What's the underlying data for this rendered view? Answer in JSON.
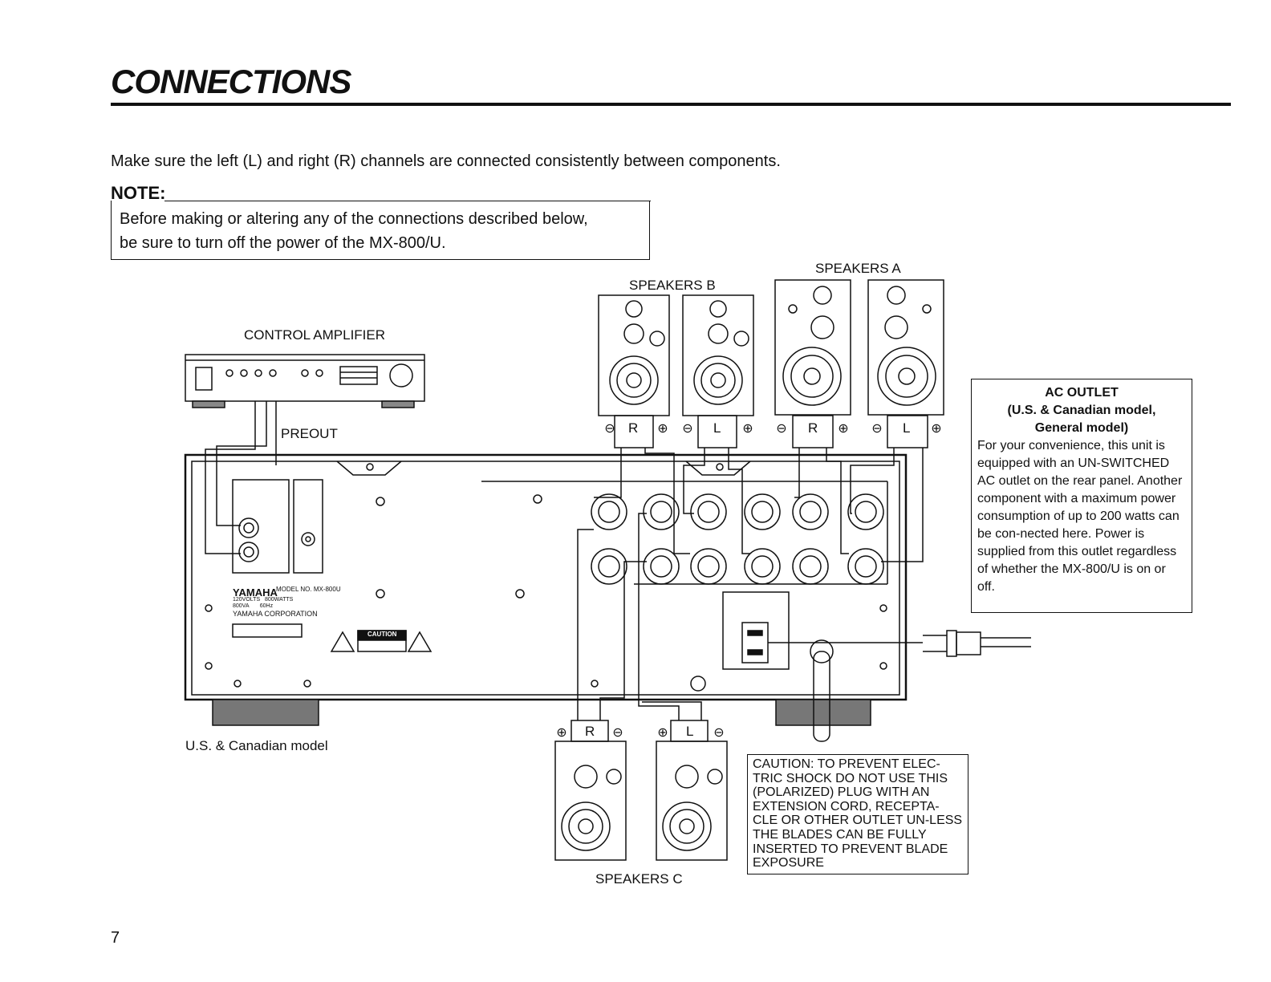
{
  "header": {
    "title": "CONNECTIONS"
  },
  "intro": "Make sure the left (L) and right (R) channels are connected consistently between components.",
  "note": {
    "label": "NOTE:",
    "line1": "Before making or altering any of the connections described below,",
    "line2": "be sure to turn off the power of the MX-800/U."
  },
  "diagram": {
    "control_amplifier": "CONTROL AMPLIFIER",
    "preout": "PREOUT",
    "speakers_a": "SPEAKERS A",
    "speakers_b": "SPEAKERS B",
    "speakers_c": "SPEAKERS C",
    "model_caption": "U.S. & Canadian model",
    "channel_r": "R",
    "channel_l": "L",
    "brand": "YAMAHA",
    "panel_caution": "CAUTION",
    "rating_line1": "120VOLTS   800WATTS",
    "rating_line2": "800VA       60Hz",
    "corporation": "YAMAHA CORPORATION",
    "model_no": "MODEL NO. MX-800U"
  },
  "ac_outlet": {
    "heading1": "AC OUTLET",
    "heading2": "(U.S. & Canadian model,",
    "heading3": "General model)",
    "body": "For your convenience, this unit is equipped with an UN-SWITCHED AC outlet on the rear panel. Another component with a maximum power consumption of up to 200 watts can be con-nected here. Power is supplied from this outlet regardless of whether the MX-800/U is on or off."
  },
  "caution": "CAUTION: TO PREVENT ELEC-TRIC SHOCK DO NOT USE THIS (POLARIZED) PLUG WITH AN EXTENSION CORD, RECEPTA-CLE OR OTHER OUTLET UN-LESS THE BLADES CAN BE FULLY INSERTED TO PREVENT BLADE EXPOSURE",
  "page_number": "7"
}
